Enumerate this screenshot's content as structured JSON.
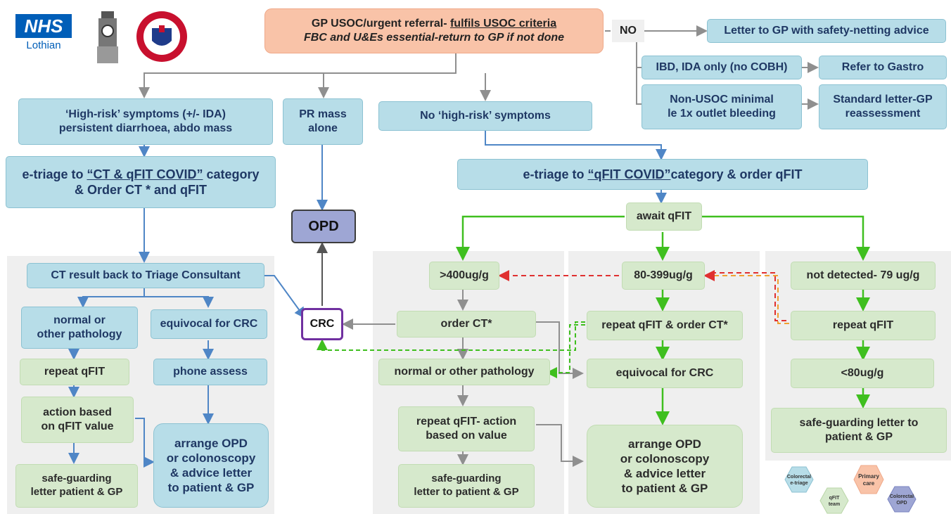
{
  "logos": {
    "nhs_text": "NHS",
    "nhs_sub": "Lothian",
    "nhs_color": "#005eb8"
  },
  "top": {
    "line1_a": "GP USOC/urgent referral- ",
    "line1_b": "fulfils USOC criteria",
    "line2": "FBC and U&Es essential-return to GP if not done"
  },
  "no_branch": {
    "no_label": "NO",
    "letter_safety": "Letter to GP with safety-netting advice",
    "ibd": "IBD, IDA only (no COBH)",
    "refer_gastro": "Refer to Gastro",
    "non_usoc_1": "Non-USOC minimal",
    "non_usoc_2": "le 1x outlet bleeding",
    "standard_1": "Standard letter-GP",
    "standard_2": "reassessment"
  },
  "left": {
    "high_risk_1": "‘High-risk’ symptoms (+/- IDA)",
    "high_risk_2": "persistent diarrhoea, abdo mass",
    "pr_mass_1": "PR mass",
    "pr_mass_2": "alone",
    "etriage_a": "e-triage to ",
    "etriage_b": "“CT & qFIT COVID”",
    "etriage_c": " category",
    "etriage_2": "& Order CT * and qFIT",
    "opd": "OPD",
    "ct_result": "CT result back to Triage Consultant",
    "normal_1": "normal or",
    "normal_2": "other pathology",
    "equivocal": "equivocal for CRC",
    "repeat_qfit": "repeat qFIT",
    "phone": "phone assess",
    "action_1": "action based",
    "action_2": "on qFIT value",
    "arrange_1": "arrange OPD",
    "arrange_2": "or colonoscopy",
    "arrange_3": "& advice letter",
    "arrange_4": "to patient & GP",
    "safe_1": "safe-guarding",
    "safe_2": "letter patient & GP",
    "crc": "CRC"
  },
  "right": {
    "no_high_risk": "No ‘high-risk’ symptoms",
    "etriage_a": "e-triage to ",
    "etriage_b": "“qFIT COVID”",
    "etriage_c": " category & order qFIT",
    "await": "await qFIT",
    "gt400": ">400ug/g",
    "mid": "80-399ug/g",
    "not_detected": "not detected- 79 ug/g",
    "order_ct": "order CT*",
    "repeat_order": "repeat qFIT & order CT*",
    "repeat_qfit": "repeat qFIT",
    "normal_other": "normal or other pathology",
    "equivocal": "equivocal for CRC",
    "lt80": "<80ug/g",
    "repeat_action_1": "repeat qFIT- action",
    "repeat_action_2": "based on value",
    "arrange_1": "arrange OPD",
    "arrange_2": "or colonoscopy",
    "arrange_3": "& advice letter",
    "arrange_4": "to patient & GP",
    "safe_right_1": "safe-guarding letter to",
    "safe_right_2": "patient & GP",
    "safe_mid_1": "safe-guarding",
    "safe_mid_2": "letter to patient & GP"
  },
  "legend": {
    "colorectal_etriage_1": "Colorectal",
    "colorectal_etriage_2": "e-triage",
    "qfit_team_1": "qFIT",
    "qfit_team_2": "team",
    "primary_care_1": "Primary",
    "primary_care_2": "care",
    "colorectal_opd_1": "Colorectal",
    "colorectal_opd_2": "OPD"
  }
}
